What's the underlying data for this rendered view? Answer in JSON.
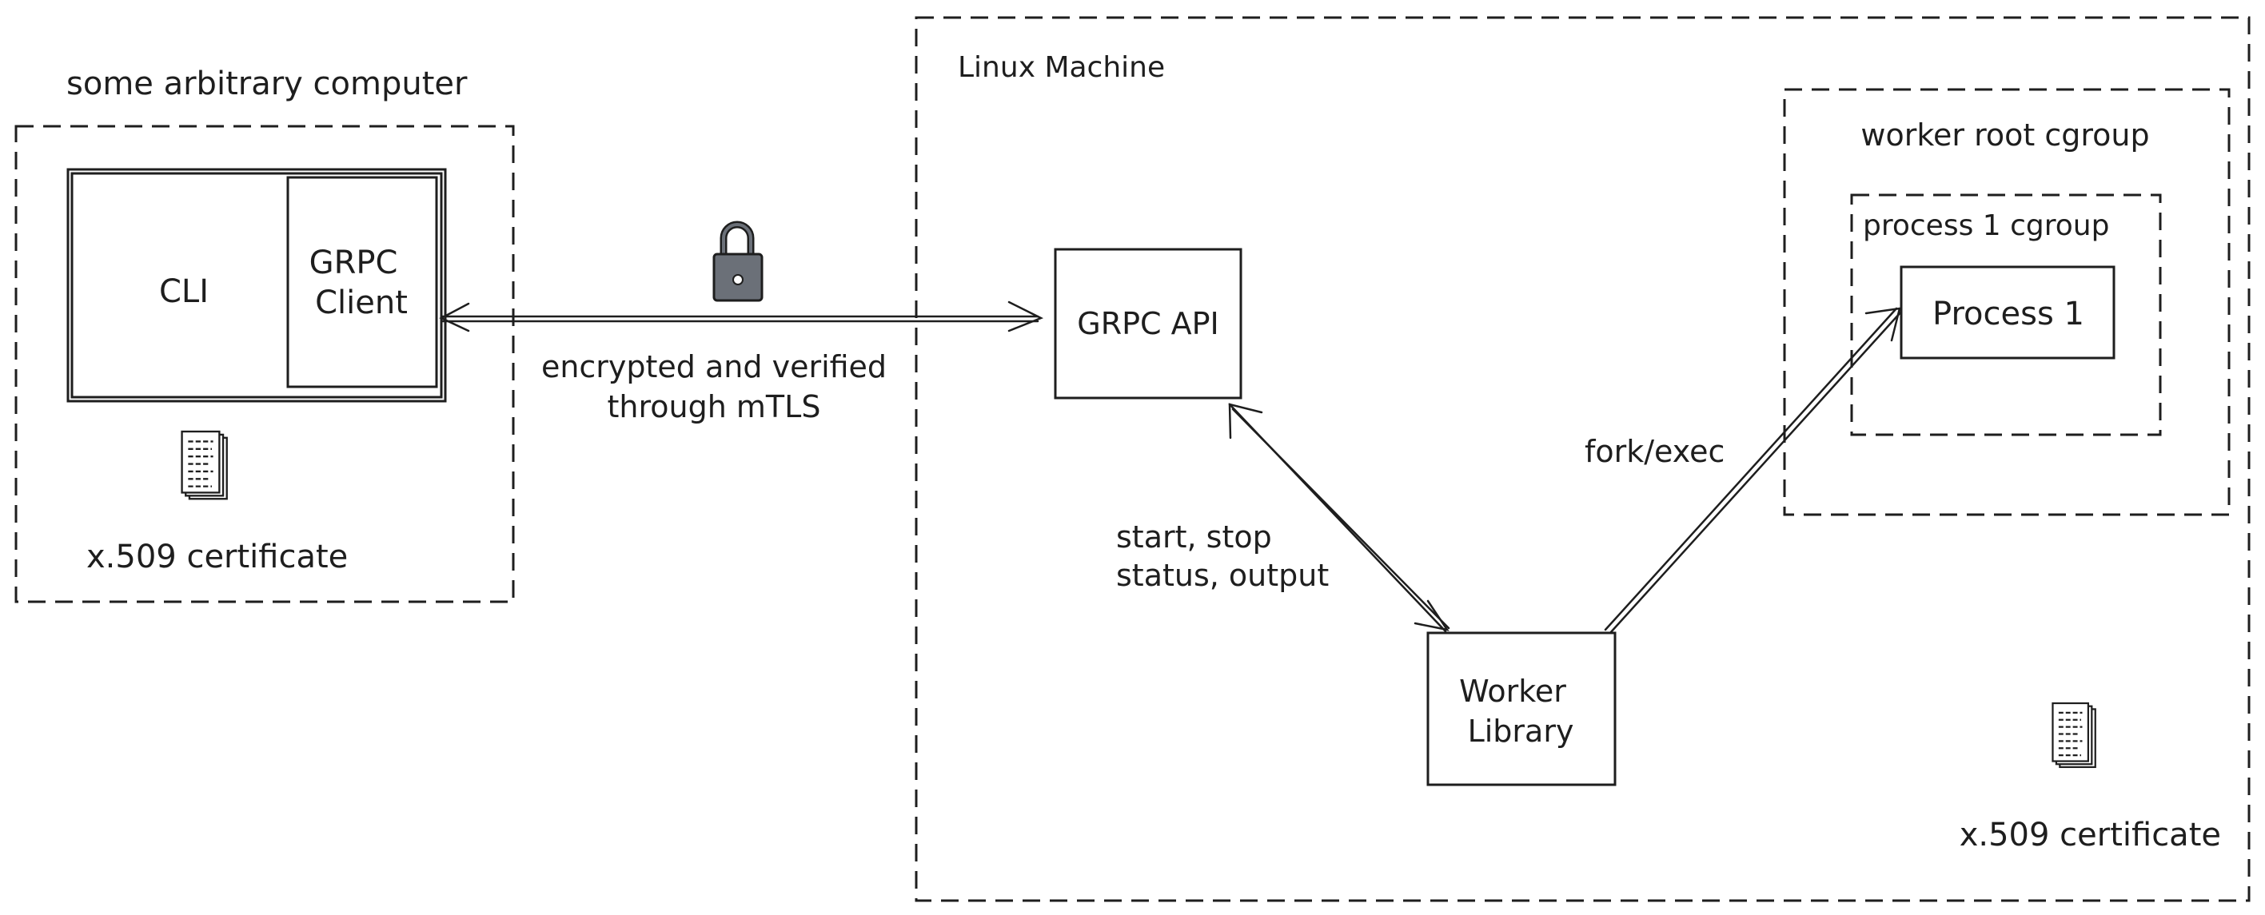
{
  "left_group": {
    "title": "some arbitrary computer",
    "cli_label": "CLI",
    "grpc_client_line1": "GRPC",
    "grpc_client_line2": "Client",
    "certificate_label": "x.509 certificate"
  },
  "connection": {
    "label_line1": "encrypted and verified",
    "label_line2": "through mTLS"
  },
  "linux_machine": {
    "title": "Linux Machine",
    "grpc_api_label": "GRPC API",
    "api_worker_line1": "start, stop",
    "api_worker_line2": "status, output",
    "worker_line1": "Worker",
    "worker_line2": "Library",
    "fork_label": "fork/exec",
    "root_cgroup_title": "worker root cgroup",
    "process_cgroup_title": "process 1 cgroup",
    "process_label": "Process 1",
    "certificate_label": "x.509 certificate"
  },
  "colors": {
    "stroke": "#1e1e1e",
    "lock_body": "#6b7078",
    "background": "#ffffff"
  }
}
